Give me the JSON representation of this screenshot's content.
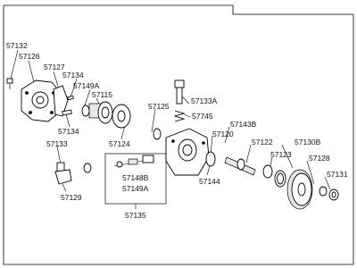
{
  "labels": {
    "p57132": "57132",
    "p57126": "57126",
    "p57127": "57127",
    "p57134a": "57134",
    "p57149a_top": "57149A",
    "p57115": "57115",
    "p57134b": "57134",
    "p57133a": "57133A",
    "p57125": "57125",
    "p57745": "57745",
    "p57124": "57124",
    "p57143b": "57143B",
    "p57120": "57120",
    "p57122": "57122",
    "p57130b": "57130B",
    "p57133": "57133",
    "p57123": "57123",
    "p57128": "57128",
    "p57131": "57131",
    "p57144": "57144",
    "p57129": "57129",
    "p57148b": "57148B",
    "p57149a_box": "57149A",
    "p57135": "57135"
  }
}
